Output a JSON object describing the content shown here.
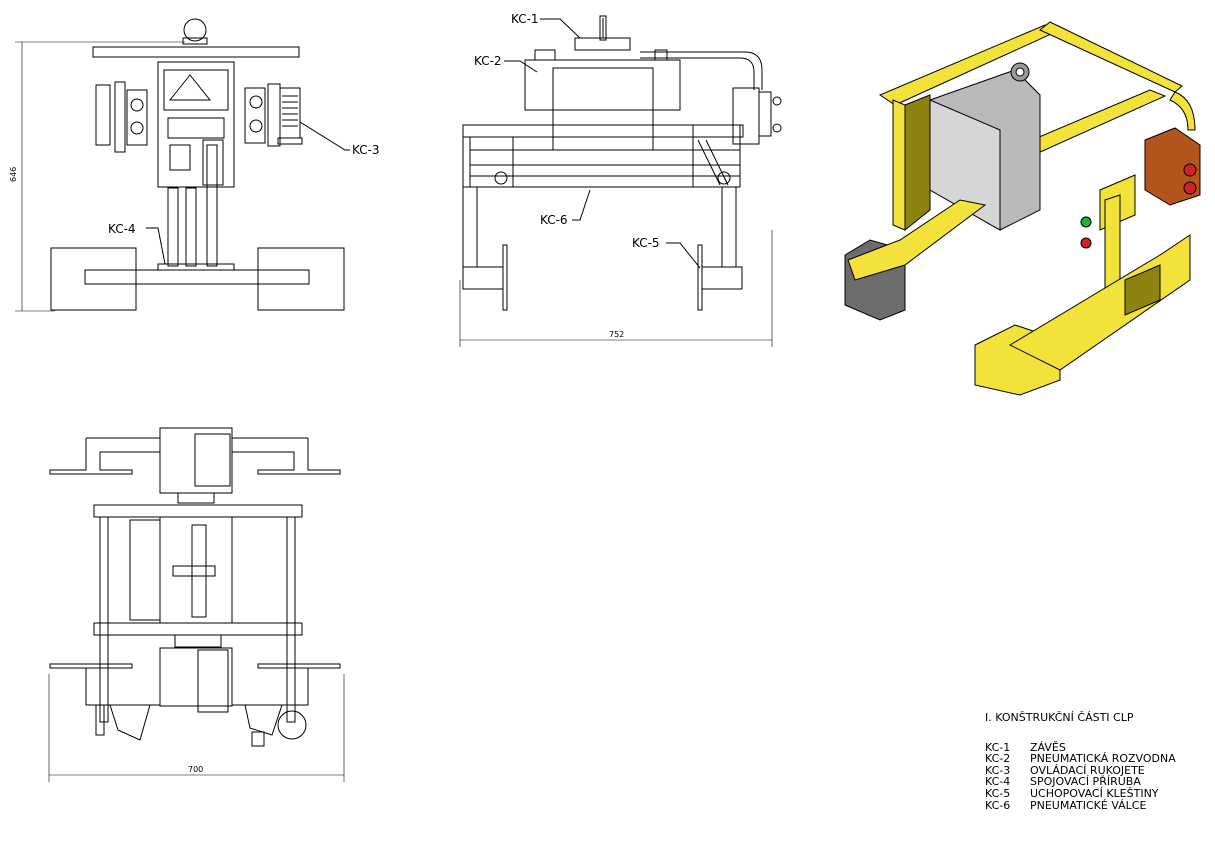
{
  "views": {
    "side": {
      "height_dim": "646",
      "callouts": {
        "kc3": "KC-3",
        "kc4": "KC-4"
      }
    },
    "front": {
      "width_dim": "752",
      "callouts": {
        "kc1": "KC-1",
        "kc2": "KC-2",
        "kc5": "KC-5",
        "kc6": "KC-6"
      }
    },
    "top": {
      "width_dim": "700"
    },
    "iso": {
      "colors": {
        "frame": "#f2e23a",
        "frame_dark": "#8d8410",
        "box": "#b9b9b9",
        "button_green": "#1db33a",
        "button_red": "#d02222"
      }
    }
  },
  "legend": {
    "title": "I. KONŠTRUKČNÍ ČÁSTI CLP",
    "items": [
      {
        "code": "KC-1",
        "name": "ZÁVĚS"
      },
      {
        "code": "KC-2",
        "name": "PNEUMATICKÁ ROZVODNA"
      },
      {
        "code": "KC-3",
        "name": "OVLÁDACÍ RUKOJETE"
      },
      {
        "code": "KC-4",
        "name": "SPOJOVACÍ PŘÍRUBA"
      },
      {
        "code": "KC-5",
        "name": "UCHOPOVACÍ KLEŠTINY"
      },
      {
        "code": "KC-6",
        "name": "PNEUMATICKÉ VÁLCE"
      }
    ]
  }
}
